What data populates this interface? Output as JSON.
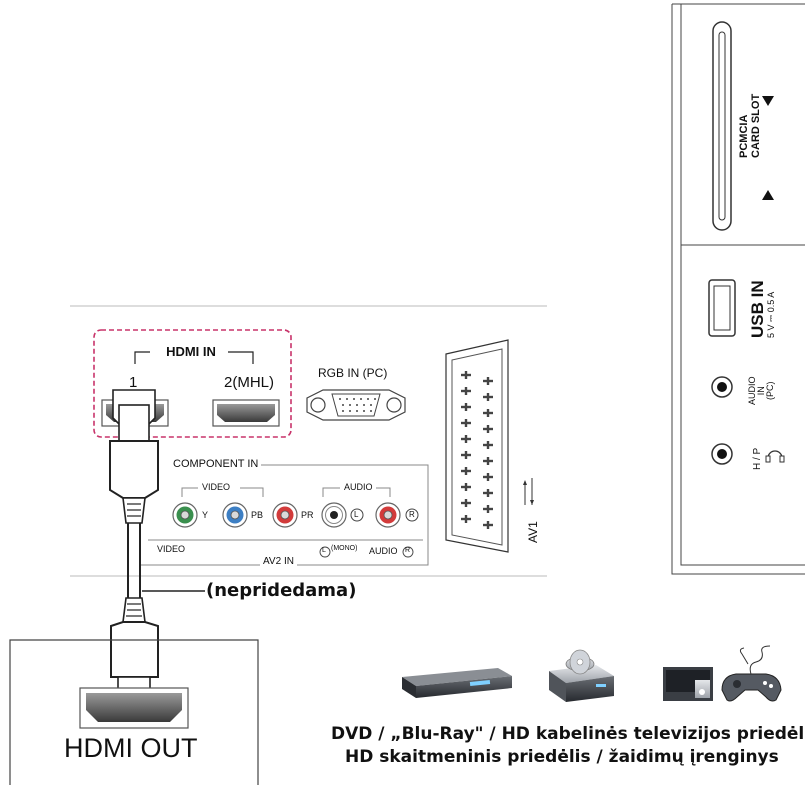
{
  "tv_panel": {
    "hdmi_in_title": "HDMI IN",
    "hdmi_port_1": "1",
    "hdmi_port_2": "2(MHL)",
    "rgb_in": "RGB IN (PC)",
    "component_in": "COMPONENT IN",
    "video_group": "VIDEO",
    "audio_group": "AUDIO",
    "jack_y": "Y",
    "jack_pb": "PB",
    "jack_pr": "PR",
    "jack_l": "L",
    "jack_r": "R",
    "bottom_video": "VIDEO",
    "bottom_av2": "AV2 IN",
    "bottom_audio": "AUDIO",
    "bottom_mono": "(MONO)",
    "bottom_l": "L",
    "bottom_r": "R",
    "av1_label": "AV1"
  },
  "side_panel": {
    "pcmcia_line1": "PCMCIA",
    "pcmcia_line2": "CARD SLOT",
    "usb_in": "USB IN",
    "usb_power": "5 V ⎓ 0.5 A",
    "audio_in_line1": "AUDIO",
    "audio_in_line2": "IN",
    "audio_in_line3": "(PC)",
    "hp_label": "H / P"
  },
  "cable_note": "(nepridedama)",
  "source_device_label": "HDMI OUT",
  "caption_line1": "DVD / „Blu-Ray\" / HD kabelinės televizijos priedėlis /",
  "caption_line2": "HD skaitmeninis priedėlis / žaidimų įrenginys",
  "colors": {
    "highlight_dash": "#c8336a",
    "jack_green": "#3a8f4e",
    "jack_blue": "#3d7fc4",
    "jack_red": "#d23b3b"
  }
}
